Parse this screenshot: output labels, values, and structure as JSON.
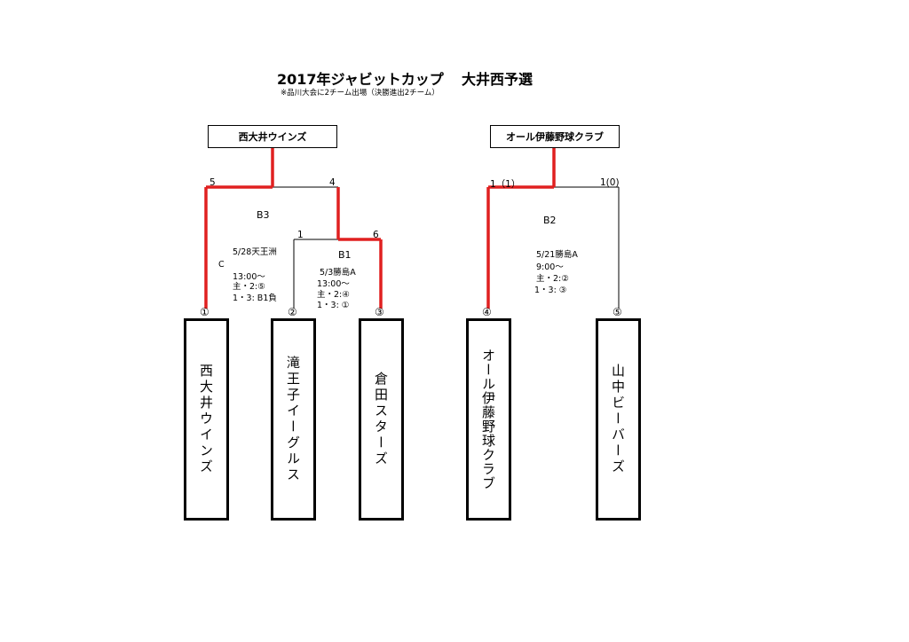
{
  "title": {
    "main": "2017年ジャビットカップ",
    "sub": "大井西予選",
    "note": "※品川大会に2チーム出場（決勝進出2チーム）"
  },
  "winners": [
    "西大井ウインズ",
    "オール伊藤野球クラブ"
  ],
  "teams": [
    {
      "seed": "①",
      "name": "西大井ウインズ"
    },
    {
      "seed": "②",
      "name": "滝王子イーグルス"
    },
    {
      "seed": "③",
      "name": "倉田スターズ"
    },
    {
      "seed": "④",
      "name": "オール伊藤野球クラブ"
    },
    {
      "seed": "⑤",
      "name": "山中ビーバーズ"
    }
  ],
  "matches": {
    "b3": {
      "label": "B3",
      "left_score": "5",
      "right_score": "4",
      "info": [
        "5/28天王洲",
        "C",
        "13:00～",
        "主・2:⑤",
        "1・3: B1負"
      ]
    },
    "b1": {
      "label": "B1",
      "left_score": "1",
      "right_score": "6",
      "info": [
        "5/3勝島A",
        "13:00～",
        "主・2:④",
        "1・3: ①"
      ]
    },
    "b2": {
      "label": "B2",
      "left_score": "1（1）",
      "right_score": "1(0)",
      "info": [
        "5/21勝島A",
        "9:00～",
        "主・2:②",
        "1・3: ③"
      ]
    }
  },
  "colors": {
    "win_line": "#e02020",
    "line": "#000000"
  }
}
